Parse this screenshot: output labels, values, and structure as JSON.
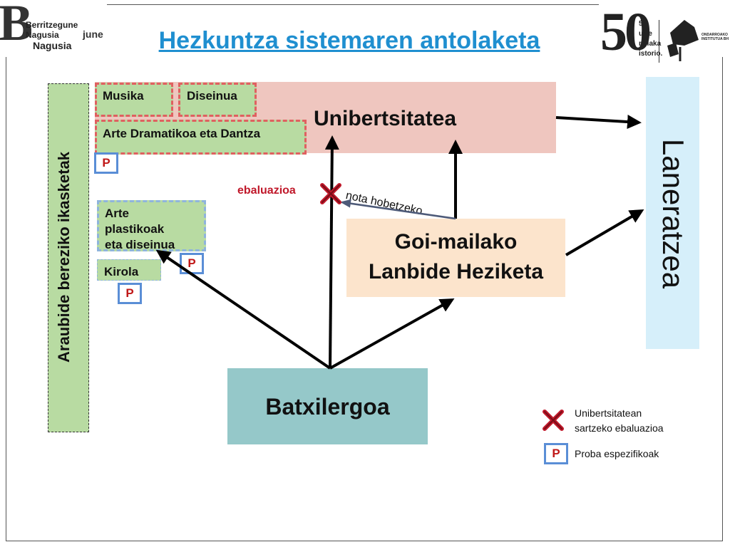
{
  "logo_left": {
    "lines": [
      "Berritzegune",
      "Nagusia",
      "Nagusia"
    ],
    "extra": "june"
  },
  "title": "Hezkuntza sistemaren antolaketa",
  "logo_right": {
    "number": "50",
    "lines": [
      "50",
      "urte",
      "milaka",
      "istorio."
    ],
    "institute": "ONDARROAKO INSTITUTUA BH"
  },
  "araubide": "Araubide  bereziko ikasketak",
  "musika": "Musika",
  "diseinua": "Diseinua",
  "arte_dramatikoa": "Arte Dramatikoa eta Dantza",
  "unibertsitatea": "Unibertsitatea",
  "arte_plastikoak": [
    "Arte",
    "plastikoak",
    "eta diseinua"
  ],
  "kirola": "Kirola",
  "p_label": "P",
  "ebaluazioa": "ebaluazioa",
  "nota_hobetzeko": "nota hobetzeko",
  "goi_mailako": [
    "Goi-mailako",
    "Lanbide Heziketa"
  ],
  "batxilergoa": "Batxilergoa",
  "laneratzea": "Laneratzea",
  "legend": {
    "eval": [
      "Unibertsitatean",
      "sartzeko ebaluazioa"
    ],
    "proba": "Proba espezifikoak"
  },
  "colors": {
    "title": "#1f8fd0",
    "green": "#b8dba2",
    "uni_pink": "#efc6bf",
    "goi_peach": "#fce4cc",
    "batx_teal": "#95c8c9",
    "lane_blue": "#d6effa",
    "cross_red": "#c0182a"
  }
}
